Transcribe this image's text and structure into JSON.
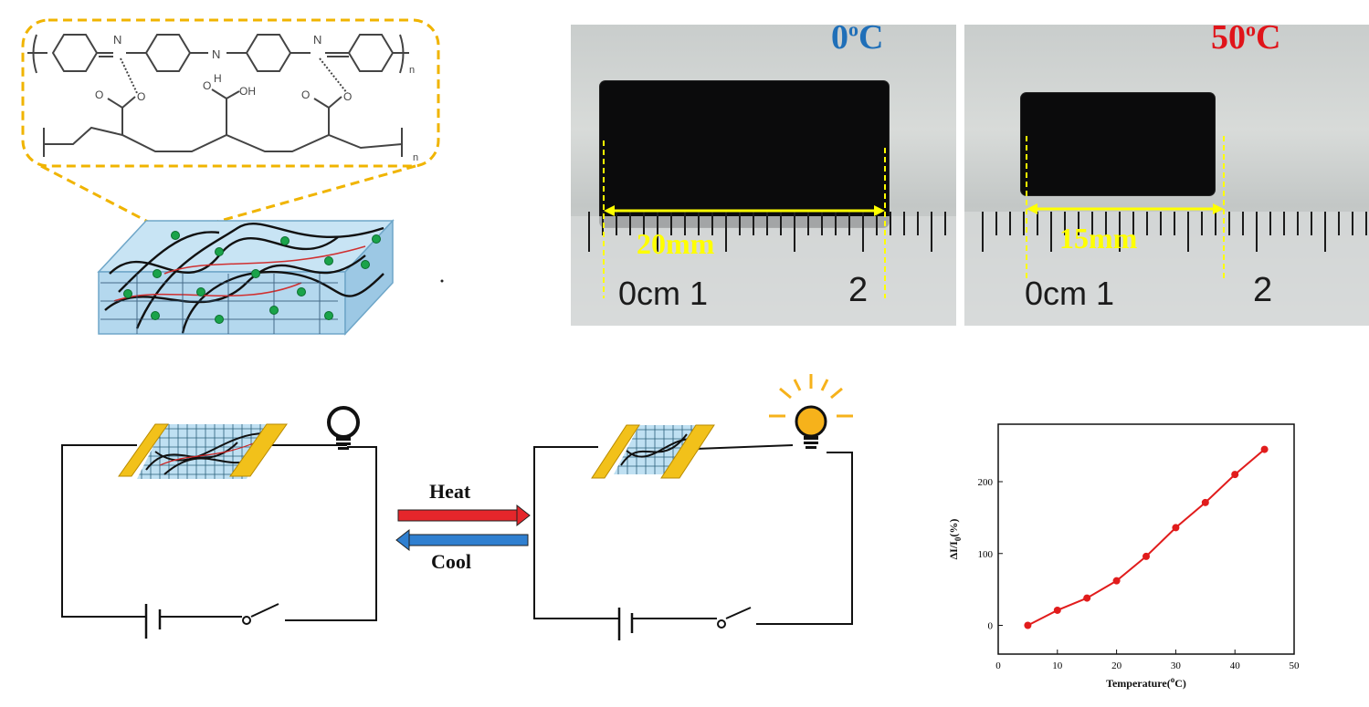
{
  "polymer": {
    "repeat_unit_label": "n",
    "backbone_label": "n",
    "nh_label": "N",
    "h_label": "H",
    "oh_label": "OH",
    "o_label": "O"
  },
  "photos": {
    "left": {
      "temp": "0",
      "temp_sup": "o",
      "temp_unit": "C",
      "temp_color": "#1f6fb8",
      "length_label": "20mm",
      "ruler_text": "0cm 1",
      "ruler_text2": "2"
    },
    "right": {
      "temp": "50",
      "temp_sup": "o",
      "temp_unit": "C",
      "temp_color": "#e0141a",
      "length_label": "15mm",
      "ruler_text": "0cm 1",
      "ruler_text2": "2"
    }
  },
  "circuit": {
    "heat_label": "Heat",
    "cool_label": "Cool",
    "heat_color": "#e5262b",
    "cool_color": "#2f7fd0",
    "bulb_on_color": "#f6b21b"
  },
  "chart_data": {
    "type": "line",
    "title": "",
    "xlabel": "Temperature(",
    "xlabel_sup": "o",
    "xlabel_tail": "C)",
    "ylabel": "ΔI/I",
    "ylabel_sub": "0",
    "ylabel_tail": "(%)",
    "x": [
      5,
      10,
      15,
      20,
      25,
      30,
      35,
      40,
      45
    ],
    "series": [
      {
        "values": [
          0,
          21,
          38,
          62,
          96,
          136,
          171,
          210,
          245
        ],
        "color": "#e11c1c"
      }
    ],
    "xlim": [
      0,
      50
    ],
    "ylim": [
      -40,
      280
    ],
    "xticks": [
      0,
      10,
      20,
      30,
      40,
      50
    ],
    "yticks": [
      0,
      100,
      200
    ],
    "grid": false
  }
}
